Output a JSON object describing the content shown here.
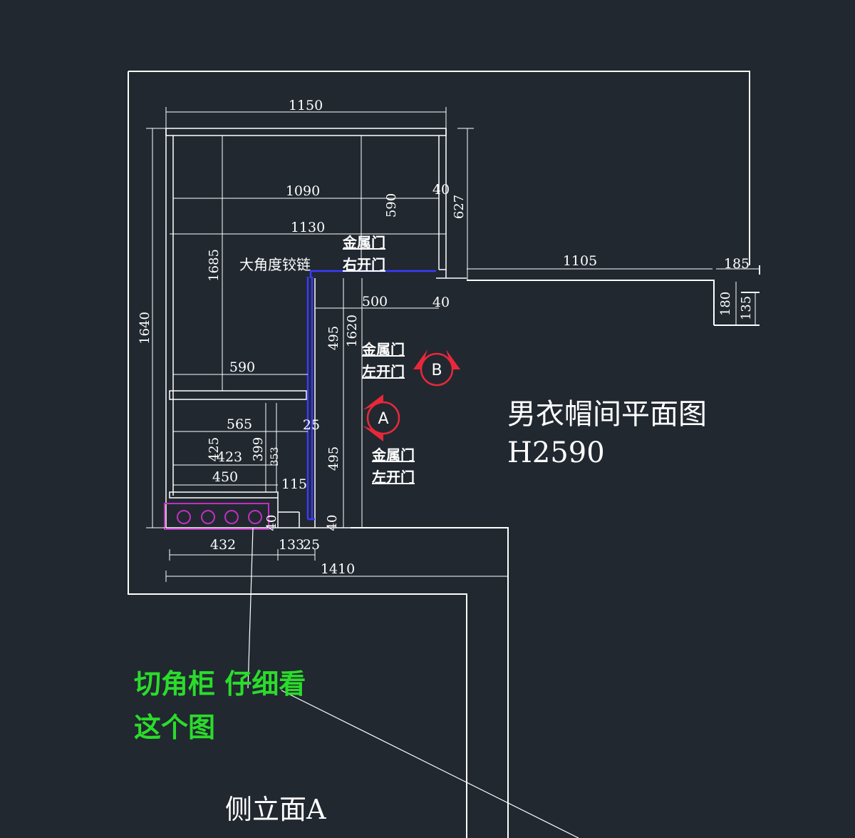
{
  "title": "男衣帽间平面图",
  "height_label": "H2590",
  "note_line1": "切角柜  仔细看",
  "note_line2": "这个图",
  "side_elevation": "侧立面A",
  "hinge_label": "大角度铰链",
  "doors": {
    "top": [
      "金属门",
      "右开门"
    ],
    "mid": [
      "金属门",
      "左开门"
    ],
    "low": [
      "金属门",
      "左开门"
    ]
  },
  "markers": {
    "a": "A",
    "b": "B"
  },
  "dims": {
    "d1150": "1150",
    "d1090": "1090",
    "d1130": "1130",
    "d590h": "590",
    "d40a": "40",
    "d627": "627",
    "d1105": "1105",
    "d185": "185",
    "d180": "180",
    "d135": "135",
    "d1685": "1685",
    "d1640": "1640",
    "d500": "500",
    "d40b": "40",
    "d495a": "495",
    "d1620": "1620",
    "d590": "590",
    "d565": "565",
    "d25a": "25",
    "d425": "425",
    "d423": "423",
    "d399": "399",
    "d353": "353",
    "d450": "450",
    "d115": "115",
    "d495b": "495",
    "d40c": "40",
    "d40d": "40",
    "d432": "432",
    "d133": "133",
    "d25b": "25",
    "d1410": "1410"
  },
  "colors": {
    "background": "#212830",
    "line": "#ffffff",
    "door": "#3a3aff",
    "marker": "#e8283a",
    "cabinet": "#c030c0",
    "note": "#2bdc2b"
  }
}
